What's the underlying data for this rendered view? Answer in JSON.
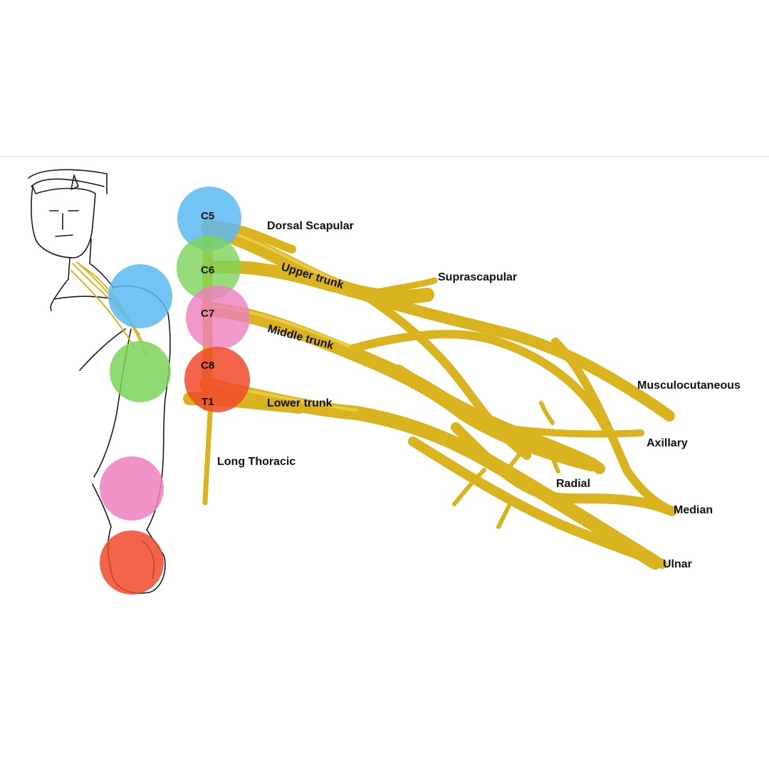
{
  "colors": {
    "nerve": "#d9b41e",
    "c5": "#5bb8f2",
    "c6": "#7dd35a",
    "c7": "#ee7fc0",
    "c8": "#f04a2a",
    "t1": "#f04a2a"
  },
  "roots": {
    "c5": "C5",
    "c6": "C6",
    "c7": "C7",
    "c8": "C8",
    "t1": "T1"
  },
  "labels": {
    "dorsal_scapular": "Dorsal Scapular",
    "upper_trunk": "Upper trunk",
    "suprascapular": "Suprascapular",
    "middle_trunk": "Middle trunk",
    "lower_trunk": "Lower trunk",
    "long_thoracic": "Long Thoracic",
    "musculocutaneous": "Musculocutaneous",
    "axillary": "Axillary",
    "radial": "Radial",
    "median": "Median",
    "ulnar": "Ulnar"
  }
}
